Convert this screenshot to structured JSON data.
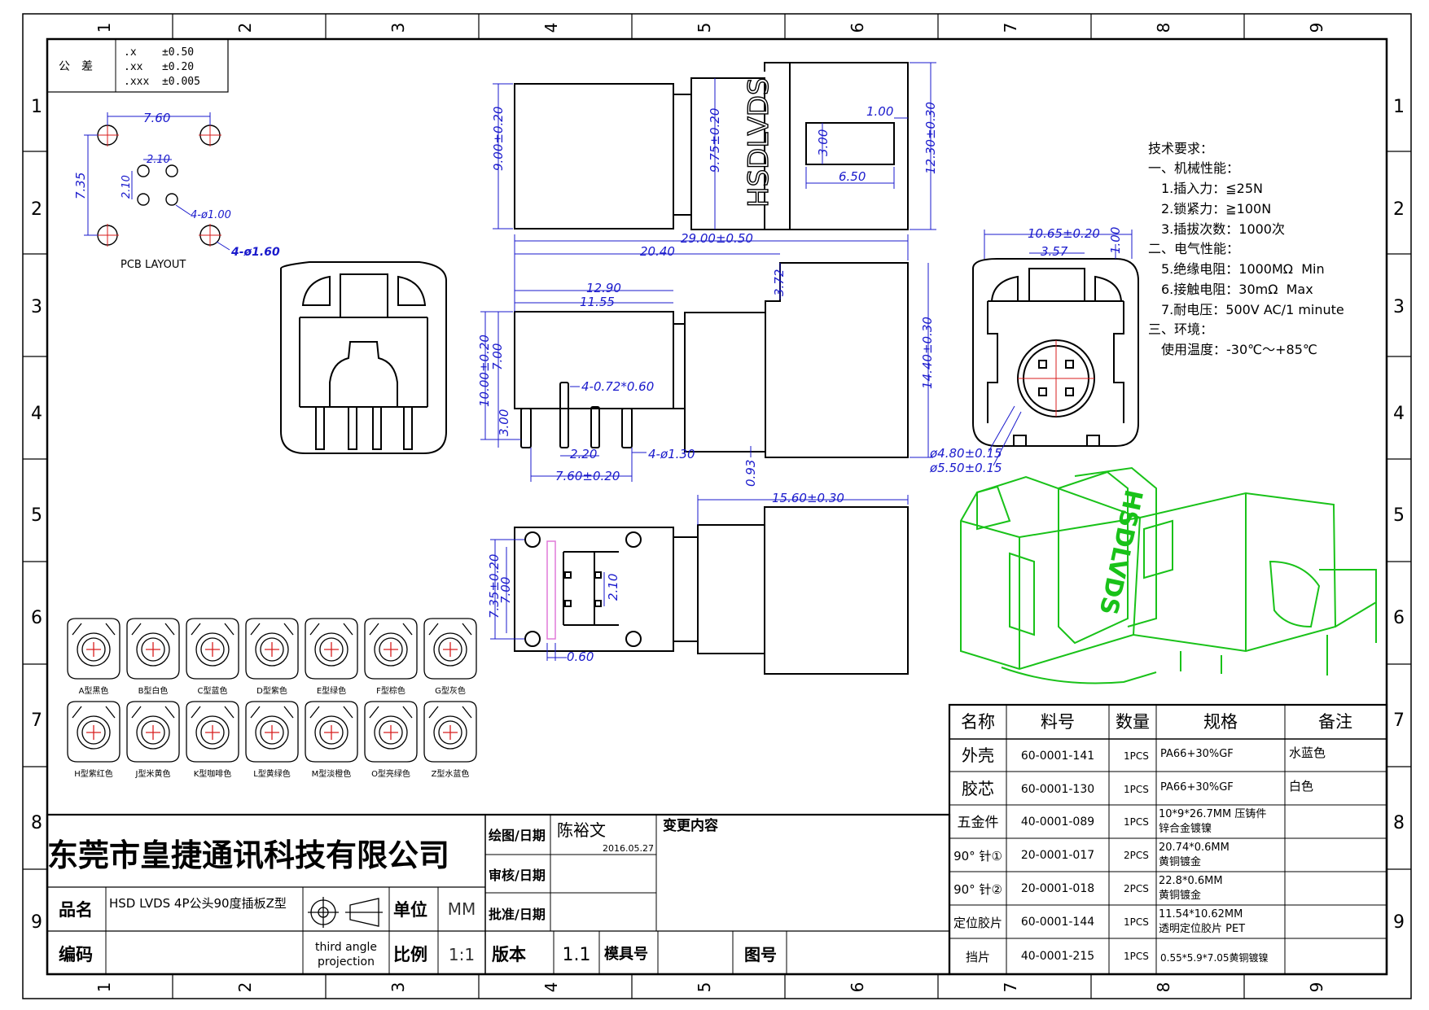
{
  "colors": {
    "ink": "#000000",
    "dim": "#1a1acc",
    "center": "#d81e1e",
    "iso": "#19c219",
    "pink": "#e07ad8"
  },
  "grid_cols": [
    "1",
    "2",
    "3",
    "4",
    "5",
    "6",
    "7",
    "8",
    "9"
  ],
  "grid_rows": [
    "1",
    "2",
    "3",
    "4",
    "5",
    "6",
    "7",
    "8",
    "9"
  ],
  "tolerance": {
    "label": "公　差",
    "rows": [
      ".x    ±0.50",
      ".xx   ±0.20",
      ".xxx  ±0.005"
    ]
  },
  "pcb": {
    "caption": "PCB LAYOUT",
    "dims": {
      "pitch": "7.60",
      "height": "7.35",
      "small_pitch_x": "2.10",
      "small_pitch_y": "2.10",
      "small_holes": "4-ø1.00",
      "big_holes": "4-ø1.60"
    }
  },
  "top_view": {
    "dims": {
      "body_h": "9.00±0.20",
      "flange_h": "9.75±0.20",
      "slot_h": "3.00",
      "slot_w": "6.50",
      "slot_gap": "1.00",
      "total_h": "12.30±0.30"
    },
    "brand": "HSDLVDS"
  },
  "side_view": {
    "dims": {
      "total_len": "29.00±0.50",
      "len_a": "20.40",
      "len_b": "12.90",
      "len_c": "11.55",
      "step": "3.72",
      "body_h": "10.00±0.20",
      "body_h2": "7.00",
      "pin_len": "3.00",
      "pins": "4-0.72*0.60",
      "pin_pitch": "2.20",
      "boss": "4-ø1.30",
      "foot": "7.60±0.20",
      "shell_h": "14.40±0.30",
      "gap": "0.93"
    }
  },
  "bottom_view": {
    "dims": {
      "width": "15.60±0.30",
      "h1": "7.35±0.20",
      "h2": "7.00",
      "pitch": "2.10",
      "offset": "0.60"
    }
  },
  "front_view": {
    "dims": {
      "width": "10.65±0.20",
      "half": "3.57",
      "top": "1.00",
      "d1": "ø4.80±0.15",
      "d2": "ø5.50±0.15"
    }
  },
  "tech": {
    "title": "技术要求：",
    "lines": [
      "一、机械性能：",
      "　1.插入力：≦25N",
      "　2.锁紧力：≧100N",
      "　3.插拔次数：1000次",
      "二、电气性能：",
      "　5.绝缘电阻：1000MΩ  Min",
      "　6.接触电阻：30mΩ  Max",
      "　7.耐电压：500V AC/1 minute",
      "三、环境：",
      "　使用温度：-30℃～+85℃"
    ]
  },
  "variants_row1": [
    "A型黑色",
    "B型白色",
    "C型蓝色",
    "D型紫色",
    "E型绿色",
    "F型棕色",
    "G型灰色"
  ],
  "variants_row2": [
    "H型紫红色",
    "J型米黄色",
    "K型咖啡色",
    "L型黄绿色",
    "M型淡橙色",
    "O型亮绿色",
    "Z型水蓝色"
  ],
  "bom": {
    "headers": [
      "名称",
      "料号",
      "数量",
      "规格",
      "备注"
    ],
    "rows": [
      {
        "name": "外壳",
        "pn": "60-0001-141",
        "qty": "1PCS",
        "spec1": "PA66+30%GF",
        "spec2": "",
        "note": "水蓝色"
      },
      {
        "name": "胶芯",
        "pn": "60-0001-130",
        "qty": "1PCS",
        "spec1": "PA66+30%GF",
        "spec2": "",
        "note": "白色"
      },
      {
        "name": "五金件",
        "pn": "40-0001-089",
        "qty": "1PCS",
        "spec1": "10*9*26.7MM 压铸件",
        "spec2": "锌合金镀镍",
        "note": ""
      },
      {
        "name": "90° 针①",
        "pn": "20-0001-017",
        "qty": "2PCS",
        "spec1": "20.74*0.6MM",
        "spec2": "黄铜镀金",
        "note": ""
      },
      {
        "name": "90° 针②",
        "pn": "20-0001-018",
        "qty": "2PCS",
        "spec1": "22.8*0.6MM",
        "spec2": "黄铜镀金",
        "note": ""
      },
      {
        "name": "定位胶片",
        "pn": "60-0001-144",
        "qty": "1PCS",
        "spec1": "11.54*10.62MM",
        "spec2": "透明定位胶片 PET",
        "note": ""
      },
      {
        "name": "挡片",
        "pn": "40-0001-215",
        "qty": "1PCS",
        "spec1": "0.55*5.9*7.05黄铜镀镍",
        "spec2": "",
        "note": ""
      }
    ]
  },
  "title_block": {
    "company": "东莞市皇捷通讯科技有限公司",
    "drawn_label": "绘图/日期",
    "drawn_by": "陈裕文",
    "drawn_date": "2016.05.27",
    "checked_label": "审核/日期",
    "approved_label": "批准/日期",
    "change_label": "变更内容",
    "name_label": "品名",
    "name_value": "HSD LVDS 4P公头90度插板Z型",
    "code_label": "编码",
    "projection": [
      "third angle",
      "projection"
    ],
    "unit_label": "单位",
    "unit_value": "MM",
    "scale_label": "比例",
    "scale_value": "1:1",
    "version_label": "版本",
    "version_value": "1.1",
    "mold_label": "模具号",
    "drawing_label": "图号"
  }
}
